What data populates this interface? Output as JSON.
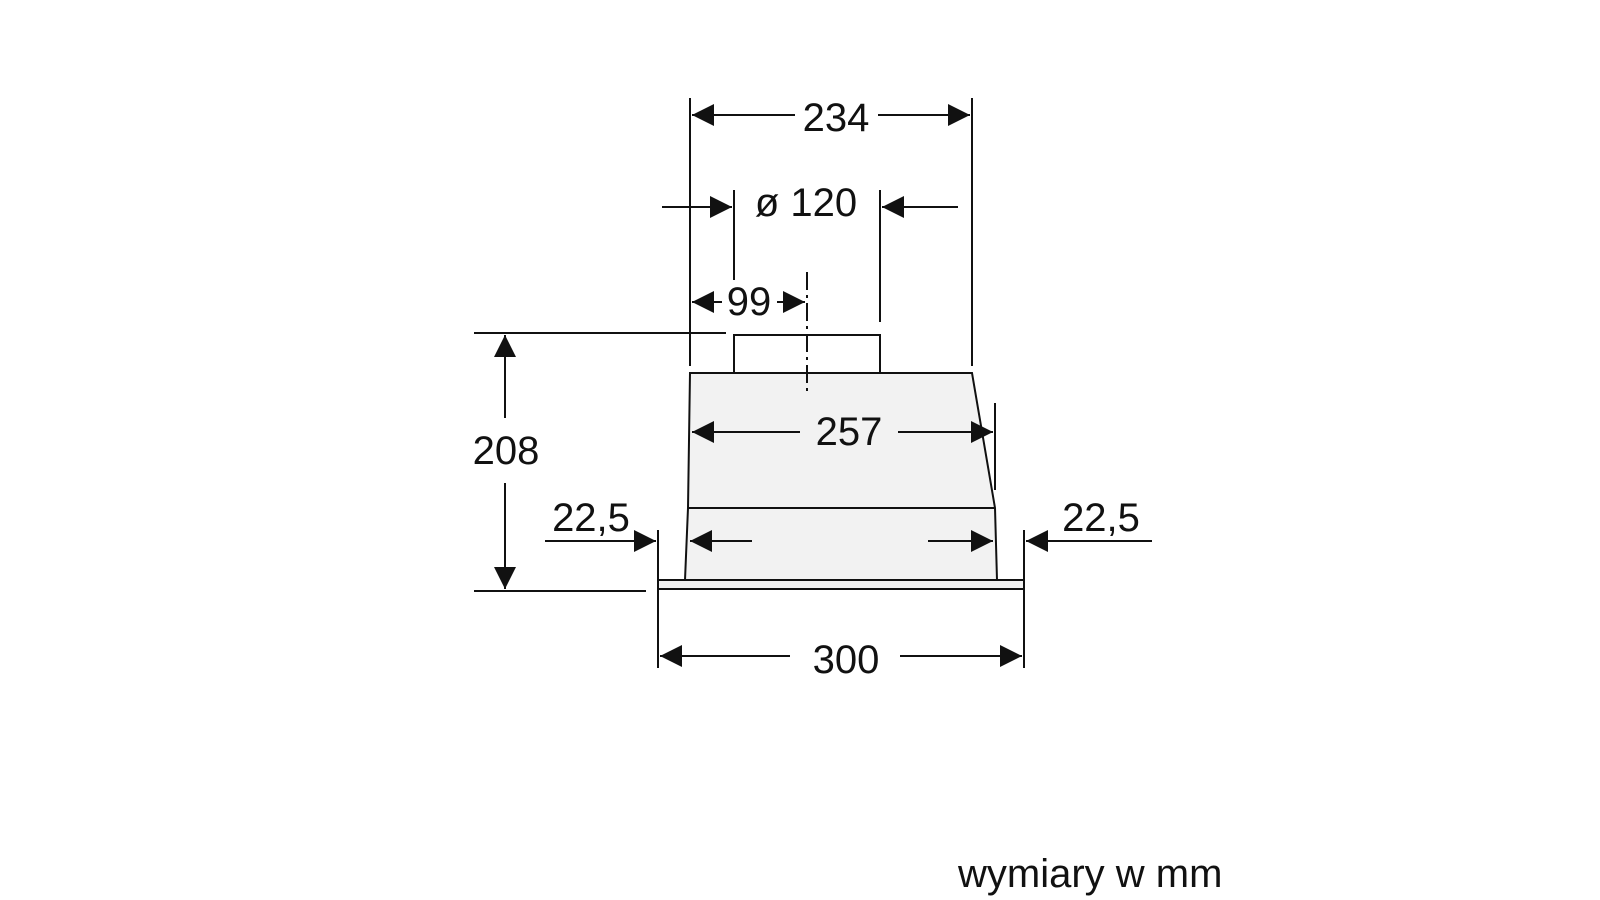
{
  "diagram": {
    "line_color": "#111111",
    "panel_color": "#f2f2f2",
    "dimensions": {
      "overall_width": "234",
      "duct_diameter": "ø 120",
      "duct_offset": "99",
      "body_width": "257",
      "height": "208",
      "left_margin": "22,5",
      "right_margin": "22,5",
      "base_width": "300"
    },
    "units_note": "wymiary w mm"
  }
}
